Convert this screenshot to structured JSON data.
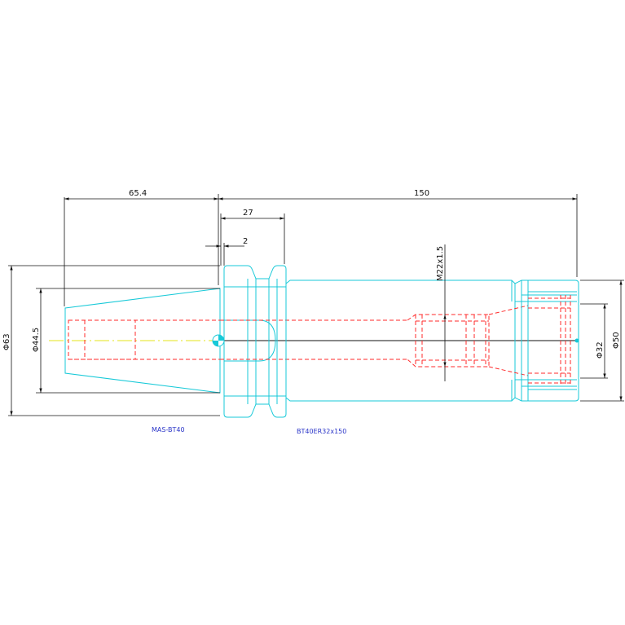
{
  "dimensions": {
    "d1": "65.4",
    "d2": "150",
    "d3": "27",
    "d4": "2",
    "d5": "M22x1.5",
    "d6": "Φ63",
    "d7": "Φ44.5",
    "d8": "Φ50",
    "d9": "Φ32"
  },
  "labels": {
    "left_part": "MAS-BT40",
    "right_part": "BT40ER32x150"
  },
  "colors": {
    "outline": "#17c9d8",
    "hidden": "#ff2a2a",
    "dimension": "#111111",
    "label": "#2a35c8",
    "centerline": "#e6e61a"
  }
}
